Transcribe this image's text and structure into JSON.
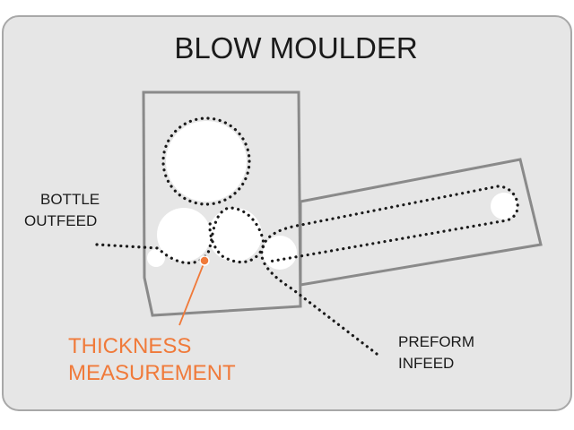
{
  "title": "BLOW MOULDER",
  "labels": {
    "outfeed": [
      "BOTTLE",
      "OUTFEED"
    ],
    "infeed": [
      "PREFORM",
      "INFEED"
    ],
    "measurement": [
      "THICKNESS",
      "MEASUREMENT"
    ]
  },
  "colors": {
    "panel_fill": "#e6e6e6",
    "panel_border": "#a8a8a8",
    "machine_stroke": "#8a8a8a",
    "wheel_fill": "#ffffff",
    "chain": "#1a1a1a",
    "measurement_accent": "#f07a3a"
  }
}
